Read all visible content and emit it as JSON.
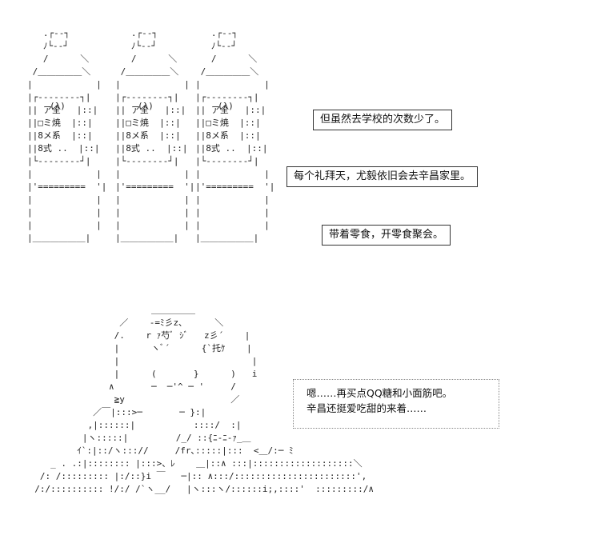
{
  "captions": [
    "但虽然去学校的次数少了。",
    "每个礼拜天，尤毅依旧会去辛昌家里。",
    "带着零食，开零食聚会。"
  ],
  "speech": {
    "line1": "嗯……再买点QQ糖和小面筋吧。",
    "line2": "辛昌还挺爱吃甜的来着……"
  },
  "bottle_label": {
    "top": "(λ)",
    "row1": "ア全",
    "row2": "ミ焼",
    "row3": "8メ系",
    "row4": "8式"
  }
}
